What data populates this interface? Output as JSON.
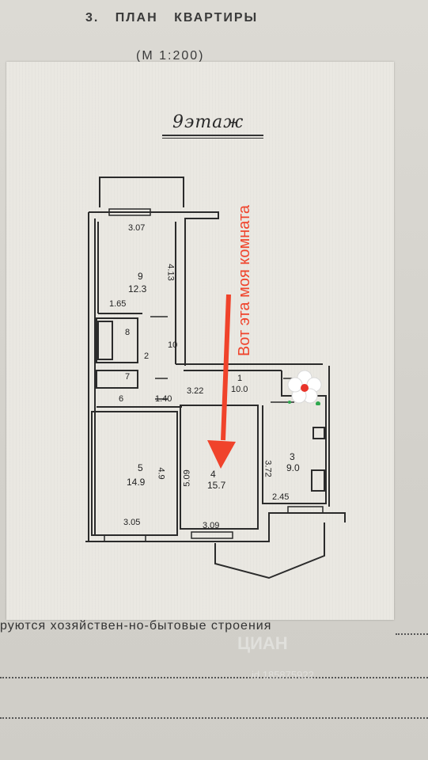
{
  "document": {
    "section_title": "3.  ПЛАН  КВАРТИРЫ",
    "scale": "(М  1:200)",
    "floor_label": "9этаж",
    "annotation": "Вот эта моя комната",
    "bottom_text": "руются   хозяйствен-но-бытовые  строения",
    "watermark": "ЦИАН",
    "watermark_id": "id 185875922"
  },
  "plan": {
    "rooms": [
      {
        "number": "9",
        "area": "12.3"
      },
      {
        "number": "8",
        "area": ""
      },
      {
        "number": "7",
        "area": ""
      },
      {
        "number": "6",
        "area": ""
      },
      {
        "number": "5",
        "area": "14.9"
      },
      {
        "number": "4",
        "area": "15.7"
      },
      {
        "number": "3",
        "area": "9.0"
      },
      {
        "number": "1",
        "area": "10.0"
      },
      {
        "number": "10",
        "area": ""
      },
      {
        "number": "2",
        "area": ""
      }
    ],
    "dimensions": {
      "top_width": "3.07",
      "room9_height": "4.13",
      "room9_depth": "1.65",
      "corridor_small": "1.40",
      "corridor_width": "3.22",
      "room5_width": "3.05",
      "room5_height": "4.9",
      "room4_height": "5.09",
      "room4_width": "3.09",
      "room3_height": "3.72",
      "room3_width": "2.45"
    }
  }
}
